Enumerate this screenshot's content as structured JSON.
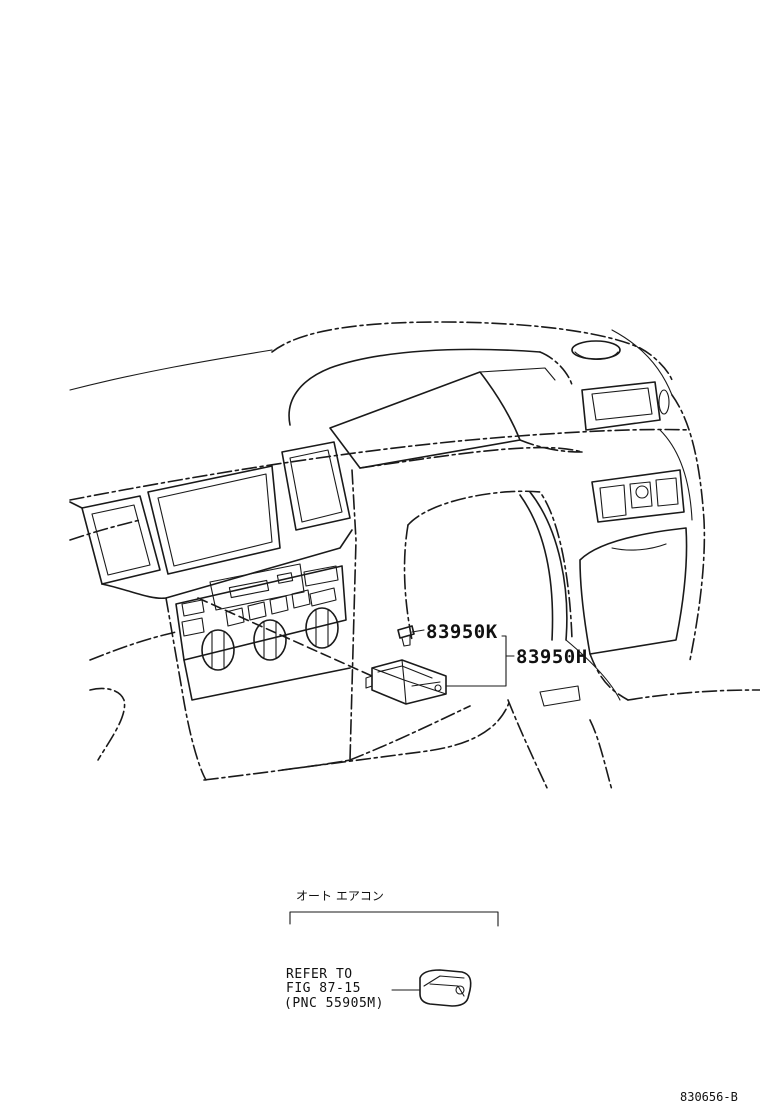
{
  "callouts": {
    "clip_part": "83950K",
    "assembly_part": "83950H"
  },
  "variant_note": {
    "heading": "オート エアコン",
    "refer_line1": "REFER TO",
    "refer_line2": "FIG 87-15",
    "refer_line3": "(PNC 55905M)"
  },
  "figure_id": "830656-B"
}
